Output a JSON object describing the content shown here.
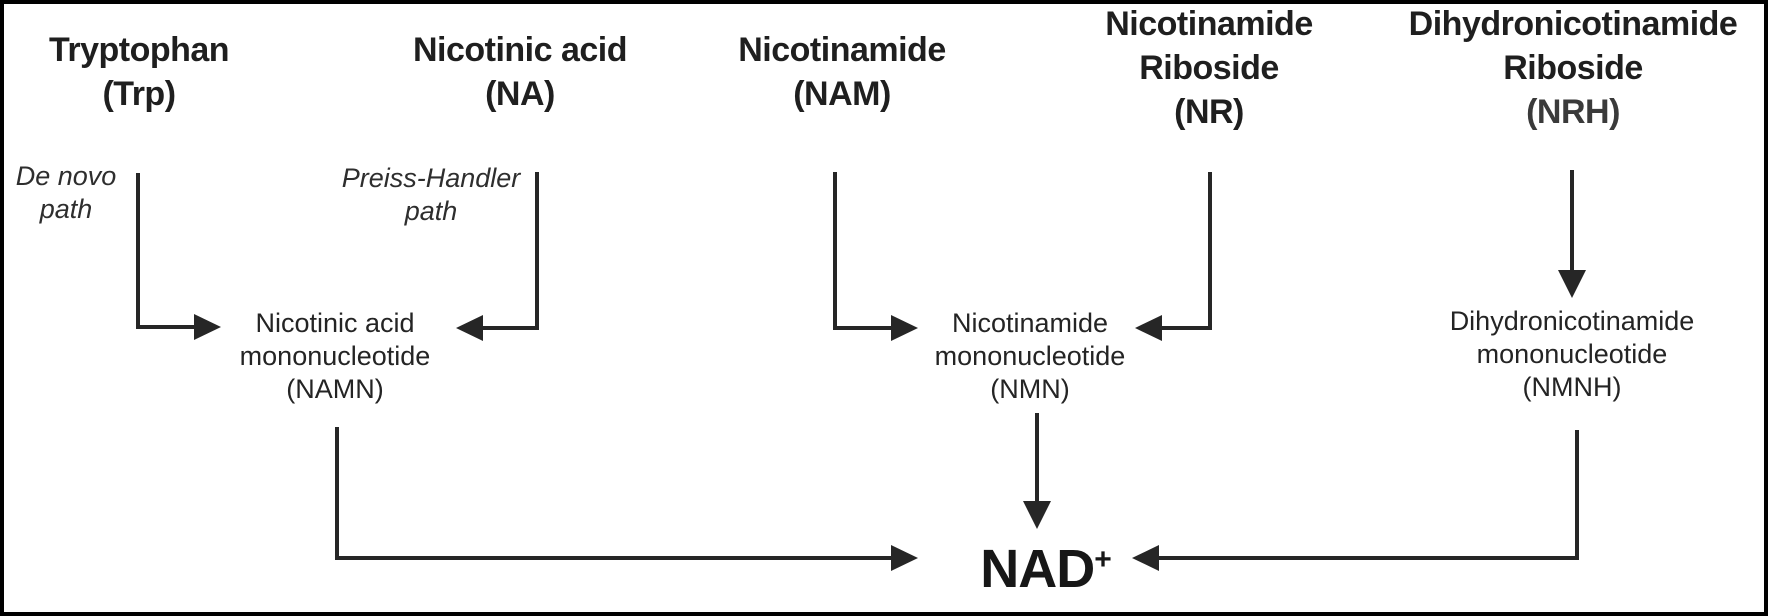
{
  "nodes": {
    "trp": {
      "line1": "Tryptophan",
      "abbr": "(Trp)"
    },
    "na": {
      "line1": "Nicotinic acid",
      "abbr": "(NA)"
    },
    "nam": {
      "line1": "Nicotinamide",
      "abbr": "(NAM)"
    },
    "nr": {
      "line1": "Nicotinamide",
      "line2": "Riboside",
      "abbr": "(NR)"
    },
    "nrh": {
      "line1": "Dihydronicotinamide",
      "line2": "Riboside",
      "abbr": "(NRH)"
    },
    "namn": {
      "line1": "Nicotinic acid",
      "line2": "mononucleotide",
      "abbr": "(NAMN)"
    },
    "nmn": {
      "line1": "Nicotinamide",
      "line2": "mononucleotide",
      "abbr": "(NMN)"
    },
    "nmnh": {
      "line1": "Dihydronicotinamide",
      "line2": "mononucleotide",
      "abbr": "(NMNH)"
    },
    "nad": {
      "label": "NAD",
      "superscript": "+"
    }
  },
  "path_labels": {
    "de_novo": {
      "line1": "De novo",
      "line2": "path"
    },
    "preiss_handler": {
      "line1": "Preiss-Handler",
      "line2": "path"
    }
  },
  "connections": [
    {
      "from": "Tryptophan (Trp)",
      "to": "Nicotinic acid mononucleotide (NAMN)"
    },
    {
      "from": "Nicotinic acid (NA)",
      "to": "Nicotinic acid mononucleotide (NAMN)"
    },
    {
      "from": "Nicotinamide (NAM)",
      "to": "Nicotinamide mononucleotide (NMN)"
    },
    {
      "from": "Nicotinamide Riboside (NR)",
      "to": "Nicotinamide mononucleotide (NMN)"
    },
    {
      "from": "Dihydronicotinamide Riboside (NRH)",
      "to": "Dihydronicotinamide mononucleotide (NMNH)"
    },
    {
      "from": "Nicotinic acid mononucleotide (NAMN)",
      "to": "NAD+"
    },
    {
      "from": "Nicotinamide mononucleotide (NMN)",
      "to": "NAD+"
    },
    {
      "from": "Dihydronicotinamide mononucleotide (NMNH)",
      "to": "NAD+"
    }
  ],
  "colors": {
    "background": "#ffffff",
    "border": "#000000",
    "text": "#1f1f1f",
    "line": "#262626",
    "nrh_abbr_text": "#3a3a3a"
  }
}
